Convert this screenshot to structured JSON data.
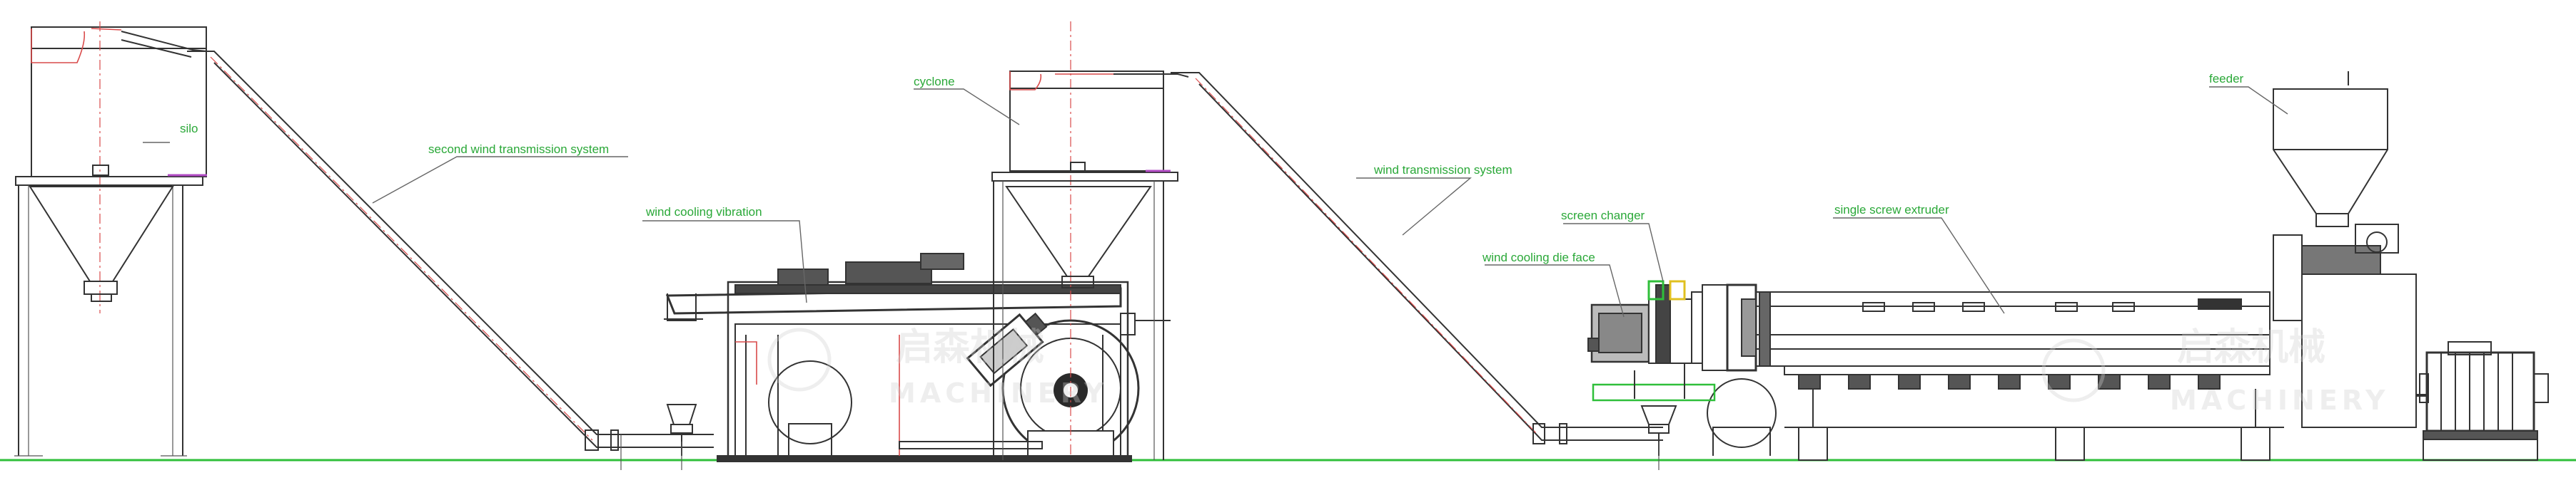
{
  "labels": {
    "silo": "silo",
    "second_wind": "second wind transmission system",
    "cyclone": "cyclone",
    "wind_cooling_vibration": "wind cooling vibration",
    "wind_transmission": "wind transmission system",
    "screen_changer": "screen changer",
    "wind_cooling_die_face": "wind cooling die face",
    "single_screw_extruder": "single screw extruder",
    "feeder": "feeder"
  },
  "watermark": {
    "brand_cn": "启森机械",
    "brand_en": "MACHINERY",
    "brand_en_2": "MACHINERY"
  },
  "colors": {
    "label_text": "#2aa838",
    "leader_line": "#666666",
    "ground_line": "#2fbf3a",
    "accent_red": "#d94a4a",
    "watermark": "#cfcfcf"
  }
}
